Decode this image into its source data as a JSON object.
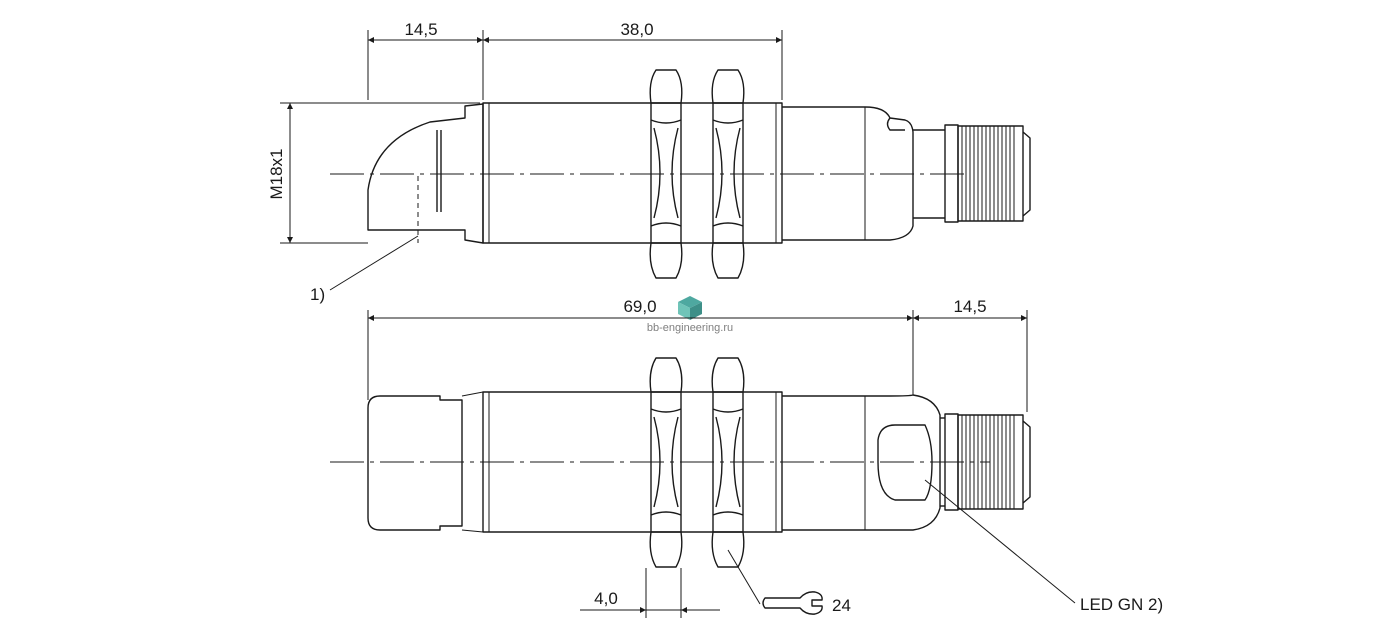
{
  "dimensions": {
    "top_left_width": "14,5",
    "top_thread_length": "38,0",
    "thread_spec": "M18x1",
    "overall_length": "69,0",
    "connector_length": "14,5",
    "nut_thickness": "4,0"
  },
  "callouts": {
    "note_1": "1)",
    "led": "LED GN 2)",
    "wrench_size": "24"
  },
  "watermark": {
    "text": "bb-engineering.ru",
    "icon": "cube-logo-icon"
  }
}
